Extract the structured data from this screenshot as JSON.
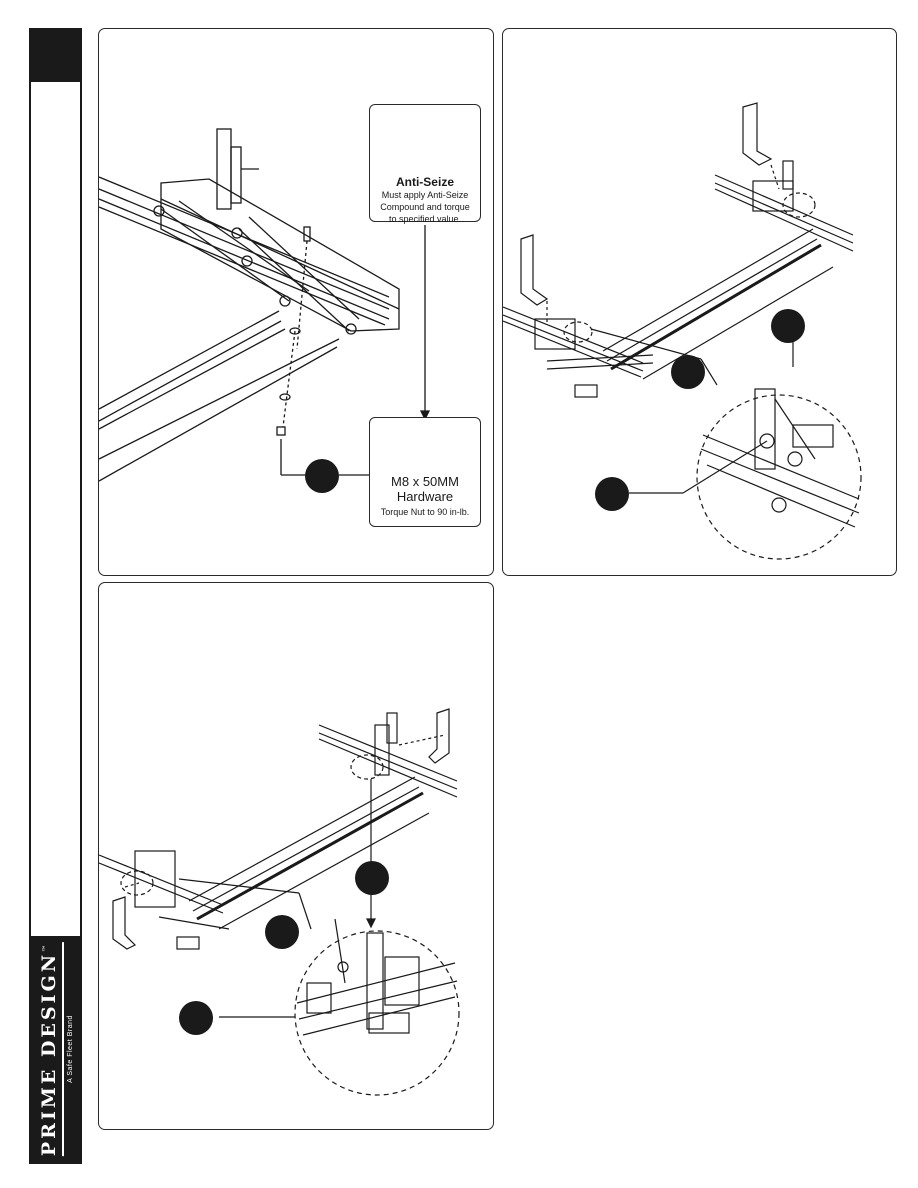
{
  "sidebar": {
    "brand_name": "PRIME DESIGN",
    "trademark": "™",
    "tagline": "A Safe Fleet Brand"
  },
  "panel_top_left": {
    "anti_seize": {
      "title": "Anti-Seize",
      "line1": "Must apply Anti-Seize",
      "line2": "Compound and torque",
      "line3": "to specified value."
    },
    "hardware": {
      "title_line1": "M8 x 50MM",
      "title_line2": "Hardware",
      "torque": "Torque Nut to 90 in-lb."
    }
  },
  "colors": {
    "ink": "#1a1a1a",
    "paper": "#ffffff",
    "line": "#2a2a2a"
  }
}
